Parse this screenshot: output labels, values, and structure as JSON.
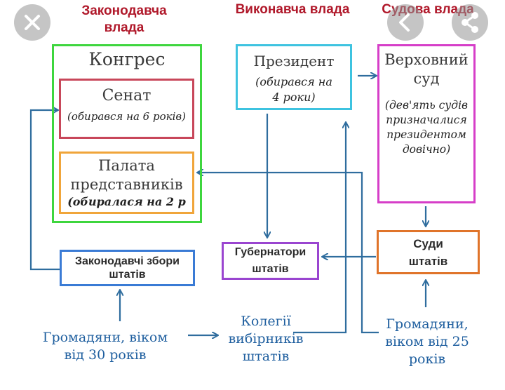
{
  "headers": {
    "legislative": "Законодавча влада",
    "executive": "Виконавча влада",
    "judicial": "Судова влада"
  },
  "congress": {
    "title": "Конгрес",
    "senate": {
      "title": "Сенат",
      "note": "(обирався на 6 років)"
    },
    "house": {
      "title": "Палата представників",
      "note": "(обиралася на 2 р"
    }
  },
  "president": {
    "title": "Президент",
    "note": "(обирався на 4 роки)"
  },
  "supreme_court": {
    "title": "Верховний суд",
    "note": "(дев'ять судів призначалися президентом довічно)"
  },
  "state_legislatures": {
    "title": "Законодавчі збори штатів"
  },
  "governors": {
    "title": "Губернатори штатів"
  },
  "state_courts": {
    "title": "Суди штатів"
  },
  "citizens_30": {
    "text": "Громадяни, віком від 30 років"
  },
  "electors": {
    "text": "Колегії вибірників штатів"
  },
  "citizens_25": {
    "text": "Громадяни, віком від 25 років"
  },
  "controls": {
    "close": "close-icon",
    "back": "back-icon",
    "share": "share-icon"
  },
  "colors": {
    "header": "#b0182a",
    "arrow": "#2f6d9e",
    "congress": "#3ed63e",
    "senate": "#c8475a",
    "house": "#f0a53a",
    "president": "#3ec3e0",
    "supreme": "#d63ec8",
    "state_leg": "#3a7bd5",
    "governors": "#9a45d0",
    "courts": "#e0742a",
    "blue_text": "#1f5f9f"
  }
}
